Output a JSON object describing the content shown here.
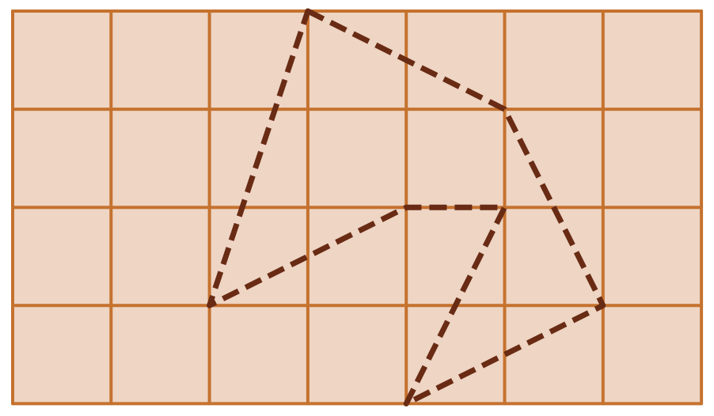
{
  "grid": {
    "columns": 7,
    "rows": 4,
    "fill_color": "#eed5c4",
    "line_color": "#c5722f"
  },
  "figure": {
    "stroke_color": "#692b14",
    "dashed": true,
    "closed": true,
    "vertices": [
      [
        3,
        0
      ],
      [
        5,
        1
      ],
      [
        6,
        3
      ],
      [
        4,
        4
      ],
      [
        5,
        2
      ],
      [
        4,
        2
      ],
      [
        2,
        3
      ]
    ]
  }
}
